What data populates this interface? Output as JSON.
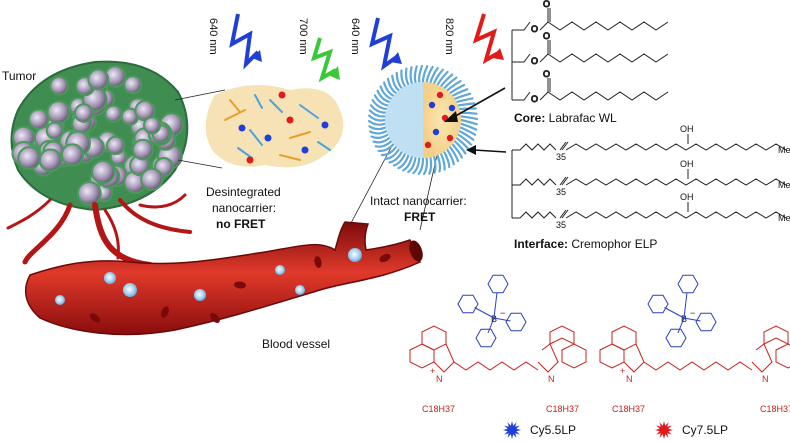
{
  "labels": {
    "tumor": "Tumor",
    "disintegrated_l1": "Desintegrated",
    "disintegrated_l2": "nanocarrier:",
    "disintegrated_l3": "no FRET",
    "intact_l1": "Intact nanocarrier:",
    "intact_l2": "FRET",
    "blood_vessel": "Blood vessel",
    "core_bold": "Core:",
    "core_name": " Labrafac WL",
    "interface_bold": "Interface:",
    "interface_name": " Cremophor ELP",
    "cy55": "Cy5.5LP",
    "cy75": "Cy7.5LP"
  },
  "wavelengths": {
    "w640_a": "640 nm",
    "w700": "700 nm",
    "w640_b": "640 nm",
    "w820": "820 nm"
  },
  "chem_text": {
    "o": "O",
    "oh": "OH",
    "me": "Me",
    "sub35": "35",
    "b": "B",
    "minus": "−",
    "plus": "+",
    "n": "N",
    "c18h37": "C18H37"
  },
  "colors": {
    "blue": "#1f3fd6",
    "green": "#39c83a",
    "red": "#e01b1b",
    "vessel": "#b71818",
    "tumor": "#5aa86a",
    "shell": "#5fa8d8",
    "core": "#f4c25a",
    "dye_red": "#c8211b",
    "borate_blue": "#2b3fc4"
  },
  "icons": [
    "lightning-icon",
    "star-icon",
    "arrow-icon"
  ]
}
